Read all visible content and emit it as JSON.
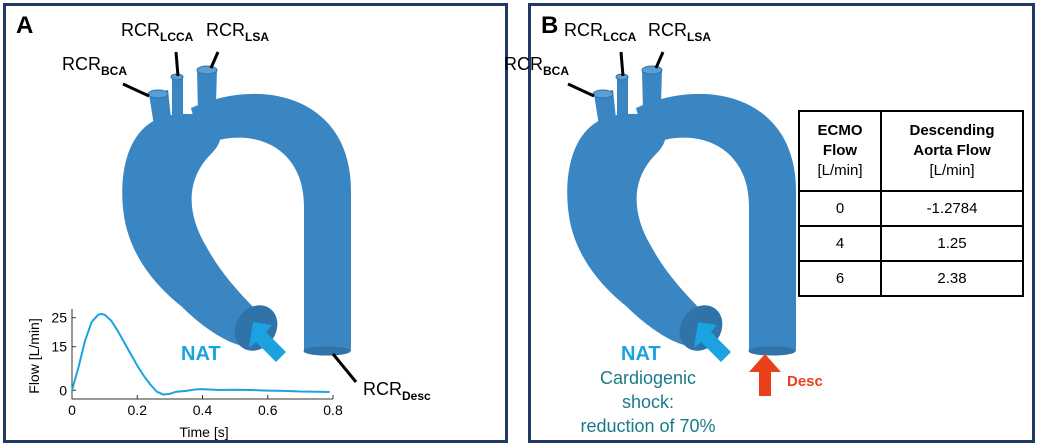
{
  "colors": {
    "vessel": "#3a86c3",
    "vessel_edge": "#2f73a8",
    "nat": "#1aa3e0",
    "desc": "#e8401b",
    "shock_text": "#1a7a8a",
    "frame": "#1f3864",
    "curve": "#1aa3e0"
  },
  "panel_a": {
    "letter": "A",
    "labels": {
      "bca": {
        "main": "RCR",
        "sub": "BCA"
      },
      "lcca": {
        "main": "RCR",
        "sub": "LCCA"
      },
      "lsa": {
        "main": "RCR",
        "sub": "LSA"
      },
      "desc": {
        "main": "RCR",
        "sub": "Desc"
      }
    },
    "nat_label": "NAT",
    "inlet_chart": {
      "type": "line",
      "xlabel": "Time [s]",
      "ylabel": "Flow [L/min]",
      "x_ticks": [
        "0",
        "0.2",
        "0.4",
        "0.6",
        "0.8"
      ],
      "y_ticks": [
        "0",
        "15",
        "25"
      ],
      "xlim": [
        0,
        0.8
      ],
      "ylim": [
        -3,
        28
      ],
      "x": [
        0,
        0.02,
        0.04,
        0.06,
        0.08,
        0.09,
        0.1,
        0.12,
        0.14,
        0.16,
        0.18,
        0.2,
        0.22,
        0.24,
        0.26,
        0.28,
        0.3,
        0.32,
        0.35,
        0.38,
        0.4,
        0.45,
        0.5,
        0.55,
        0.6,
        0.65,
        0.7,
        0.75,
        0.79
      ],
      "y": [
        0,
        8,
        17,
        23.5,
        26,
        26.3,
        26,
        24,
        20.5,
        16.5,
        12.5,
        8.5,
        5,
        2,
        -0.5,
        -1.5,
        -1.2,
        -0.5,
        -0.2,
        0.3,
        0.4,
        0.1,
        0.2,
        0.1,
        -0.1,
        -0.2,
        -0.4,
        -0.5,
        -0.6
      ]
    }
  },
  "panel_b": {
    "letter": "B",
    "labels": {
      "bca": {
        "main": "RCR",
        "sub": "BCA"
      },
      "lcca": {
        "main": "RCR",
        "sub": "LCCA"
      },
      "lsa": {
        "main": "RCR",
        "sub": "LSA"
      }
    },
    "nat_label": "NAT",
    "shock_line1": "Cardiogenic shock:",
    "shock_line2": "reduction of 70%",
    "desc_label": "Desc",
    "table": {
      "header1_line1": "ECMO",
      "header1_line2": "Flow",
      "header1_unit": "[L/min]",
      "header2_line1": "Descending",
      "header2_line2": "Aorta Flow",
      "header2_unit": "[L/min]",
      "rows": [
        {
          "ecmo": "0",
          "flow": "-1.2784"
        },
        {
          "ecmo": "4",
          "flow": "1.25"
        },
        {
          "ecmo": "6",
          "flow": "2.38"
        }
      ]
    }
  }
}
